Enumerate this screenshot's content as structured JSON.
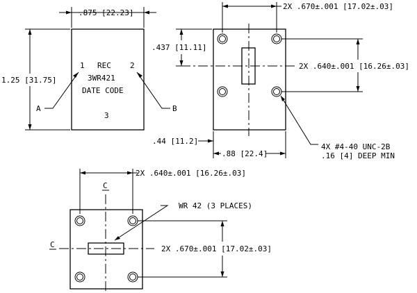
{
  "front_view": {
    "width_dim": ".875 [22.23]",
    "height_dim": "1.25 [31.75]",
    "port1": "1",
    "rec": "REC",
    "port2": "2",
    "part": "3WR421",
    "date_code": "DATE CODE",
    "port3": "3",
    "callout_a": "A",
    "callout_b": "B"
  },
  "side_view": {
    "top_dim": "2X .670±.001 [17.02±.03]",
    "offset_dim": ".437 [11.11]",
    "right_dim": "2X .640±.001 [16.26±.03]",
    "bottom_offset": ".44 [11.2]",
    "bottom_width": ".88 [22.4]",
    "thread_note": "4X #4-40 UNC-2B",
    "depth_note": ".16 [4] DEEP MIN"
  },
  "bottom_view": {
    "top_dim": "2X .640±.001 [16.26±.03]",
    "centerline_v": "C",
    "centerline_h": "C",
    "waveguide_note": "WR 42 (3 PLACES)",
    "right_dim": "2X .670±.001 [17.02±.03]"
  }
}
